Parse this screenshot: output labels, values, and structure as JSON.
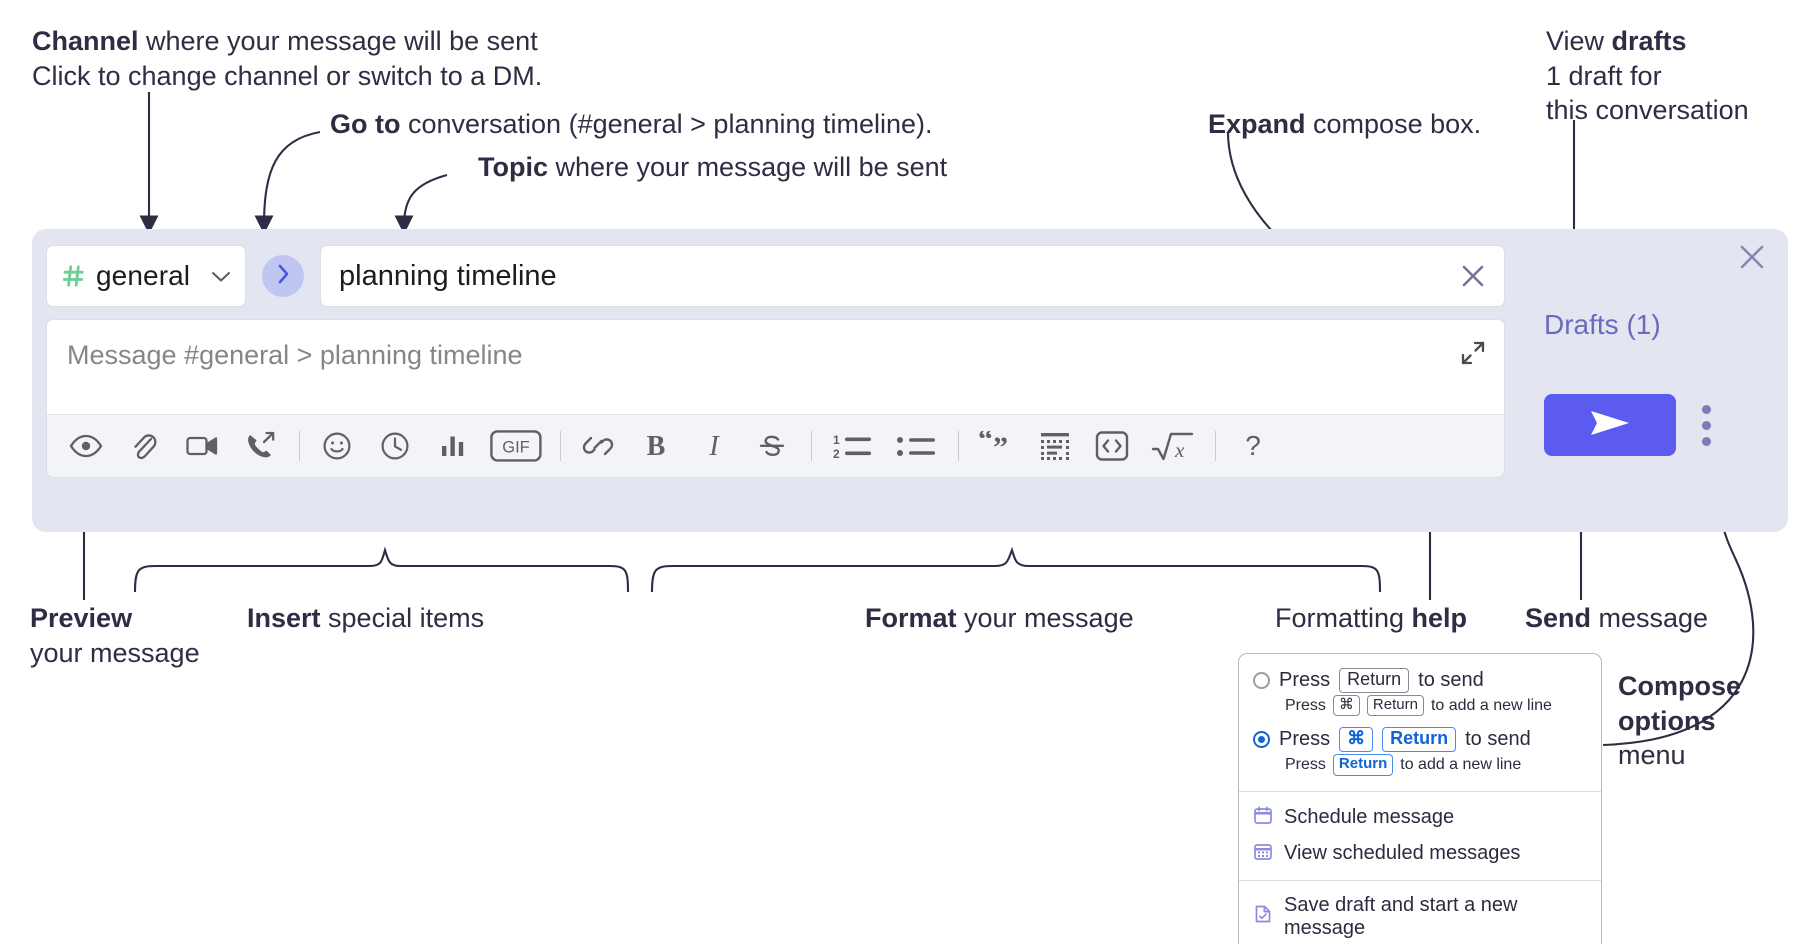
{
  "annotations": {
    "channel": {
      "bold": "Channel",
      "rest": " where your message will be sent",
      "sub": "Click to change channel or switch to a DM."
    },
    "goto": {
      "bold": "Go to",
      "rest": " conversation (#general > planning timeline)."
    },
    "topic": {
      "bold": "Topic",
      "rest": " where your message will be sent"
    },
    "expand": {
      "bold": "Expand",
      "rest": " compose box."
    },
    "drafts": {
      "pre": "View ",
      "bold": "drafts",
      "sub1": "1 draft for",
      "sub2": "this conversation"
    },
    "preview": {
      "bold": "Preview",
      "sub": "your message"
    },
    "insert": {
      "bold": "Insert",
      "rest": " special items"
    },
    "format": {
      "bold": "Format",
      "rest": " your message"
    },
    "help": {
      "pre": "Formatting ",
      "bold": "help"
    },
    "send": {
      "bold": "Send",
      "rest": " message"
    },
    "compose_options": {
      "bold1": "Compose",
      "bold2": "options",
      "rest": "menu"
    }
  },
  "compose": {
    "channel_name": "general",
    "channel_icon": "hash-icon",
    "goto_icon": "chevron-right-icon",
    "topic_value": "planning timeline",
    "topic_clear_icon": "close-icon",
    "message_placeholder": "Message #general > planning timeline",
    "expand_icon": "expand-icon",
    "panel_close_icon": "close-icon",
    "drafts_label": "Drafts (1)",
    "send_icon": "send-paper-plane-icon",
    "kebab_icon": "more-vertical-icon",
    "accent_send": "#5b5bf0",
    "accent_panel_bg": "#e3e5f1",
    "accent_link": "#6a6bbd",
    "accent_hash": "#6fcf97"
  },
  "toolbar": {
    "items": [
      {
        "name": "preview-icon",
        "label": "Preview"
      },
      {
        "name": "attachment-icon",
        "label": "Attach file"
      },
      {
        "name": "video-icon",
        "label": "Video clip"
      },
      {
        "name": "audio-call-icon",
        "label": "Audio clip"
      },
      {
        "name": "separator",
        "label": ""
      },
      {
        "name": "emoji-icon",
        "label": "Emoji"
      },
      {
        "name": "clock-icon",
        "label": "Reminder"
      },
      {
        "name": "poll-icon",
        "label": "Poll"
      },
      {
        "name": "gif-icon",
        "label": "GIF"
      },
      {
        "name": "separator",
        "label": ""
      },
      {
        "name": "link-icon",
        "label": "Link"
      },
      {
        "name": "bold-icon",
        "label": "Bold"
      },
      {
        "name": "italic-icon",
        "label": "Italic"
      },
      {
        "name": "strikethrough-icon",
        "label": "Strikethrough"
      },
      {
        "name": "separator",
        "label": ""
      },
      {
        "name": "ordered-list-icon",
        "label": "Ordered list"
      },
      {
        "name": "bulleted-list-icon",
        "label": "Bulleted list"
      },
      {
        "name": "separator",
        "label": ""
      },
      {
        "name": "blockquote-icon",
        "label": "Blockquote"
      },
      {
        "name": "code-block-icon",
        "label": "Code block"
      },
      {
        "name": "inline-code-icon",
        "label": "Code"
      },
      {
        "name": "math-icon",
        "label": "Math"
      },
      {
        "name": "separator",
        "label": ""
      },
      {
        "name": "help-icon",
        "label": "Formatting help"
      }
    ],
    "gif_label": "GIF",
    "bold_label": "B",
    "italic_label": "I",
    "help_label": "?"
  },
  "options_menu": {
    "option1": {
      "selected": false,
      "pre": "Press",
      "key": "Return",
      "post": "to send",
      "sub_pre": "Press",
      "sub_key1": "⌘",
      "sub_key2": "Return",
      "sub_post": "to add a new line"
    },
    "option2": {
      "selected": true,
      "pre": "Press",
      "key1": "⌘",
      "key2": "Return",
      "post": "to send",
      "sub_pre": "Press",
      "sub_key": "Return",
      "sub_post": "to add a new line"
    },
    "items": [
      {
        "label": "Schedule message",
        "icon": "calendar-icon"
      },
      {
        "label": "View scheduled messages",
        "icon": "calendar-grid-icon"
      },
      {
        "label": "Save draft and start a new message",
        "icon": "save-draft-icon"
      }
    ]
  }
}
